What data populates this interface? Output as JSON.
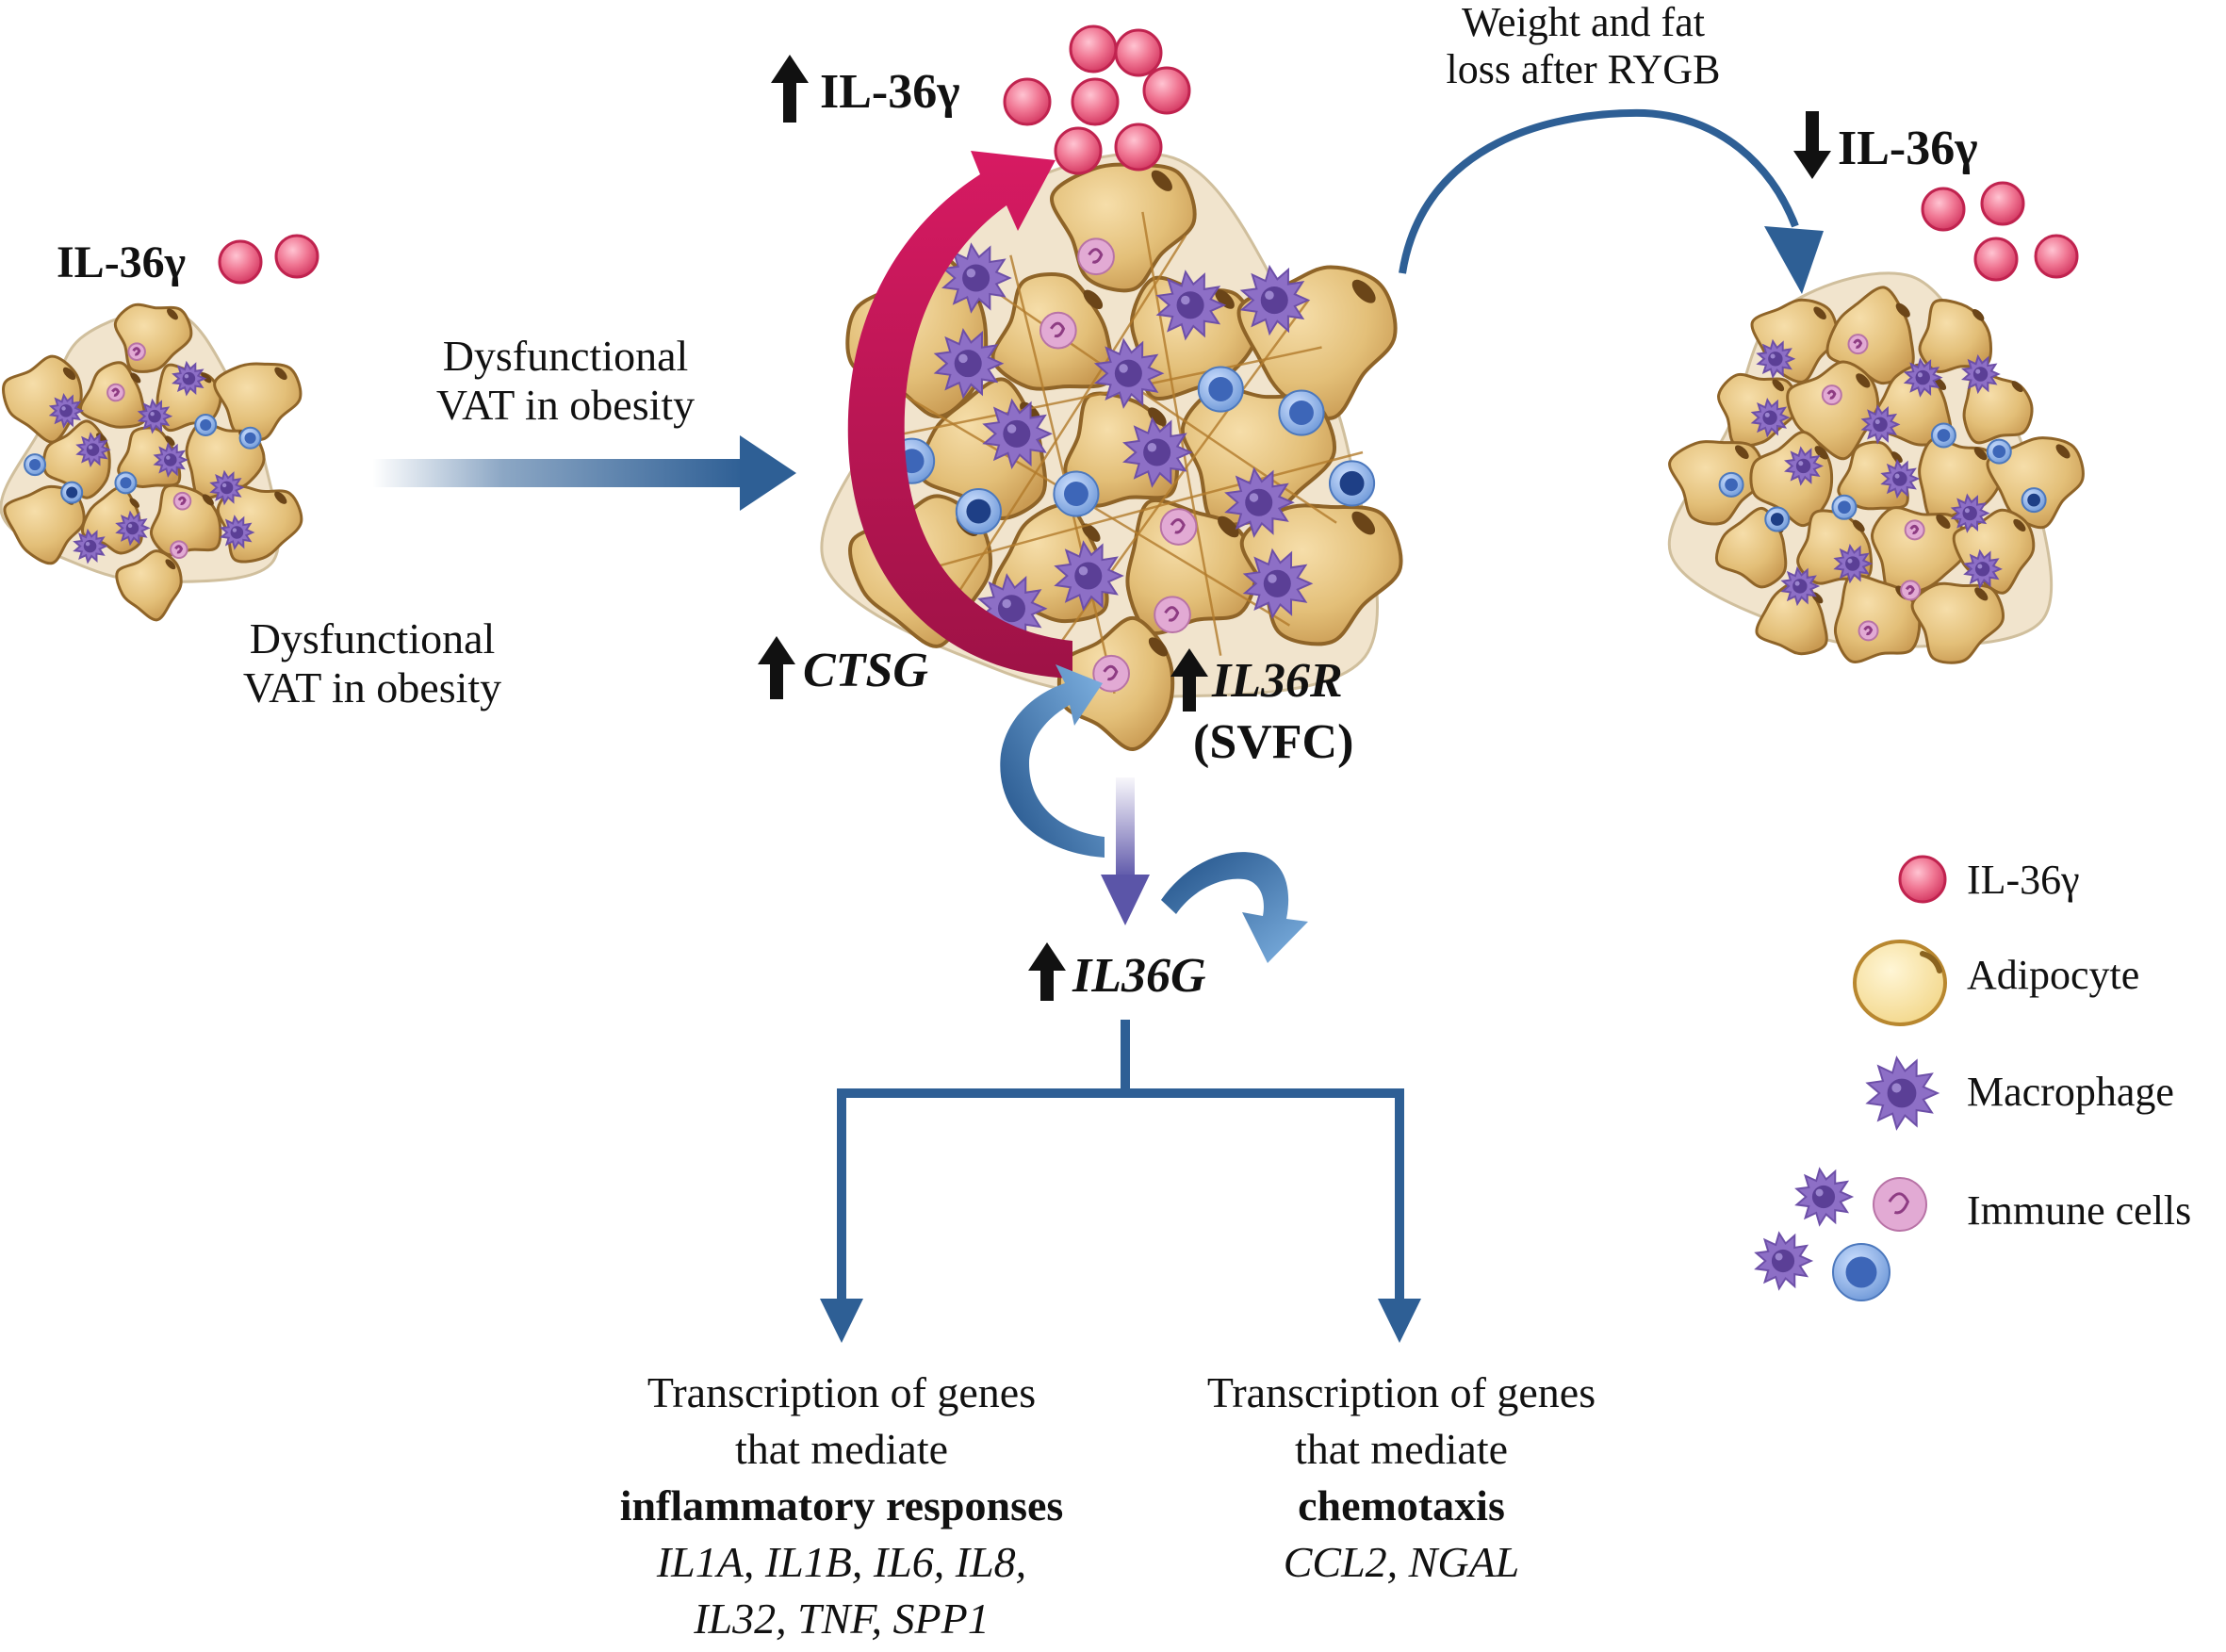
{
  "labels": {
    "il36g_left": "IL-36γ",
    "il36g_top_up": "IL-36γ",
    "il36g_right_down": "IL-36γ",
    "dysfunctional_arrow_l1": "Dysfunctional",
    "dysfunctional_arrow_l2": "VAT in obesity",
    "dysfunctional_under_l1": "Dysfunctional",
    "dysfunctional_under_l2": "VAT in obesity",
    "weight_loss_l1": "Weight and fat",
    "weight_loss_l2": "loss after RYGB",
    "ctsg": "CTSG",
    "il36r": "IL36R",
    "svfc": "(SVFC)",
    "il36g_gene": "IL36G",
    "left_outcome": {
      "line1": "Transcription of genes",
      "line2": "that mediate",
      "line3": "inflammatory responses",
      "genes_line1": "IL1A, IL1B, IL6, IL8,",
      "genes_line2": "IL32, TNF, SPP1"
    },
    "right_outcome": {
      "line1": "Transcription of genes",
      "line2": "that mediate",
      "line3": "chemotaxis",
      "genes_line1": "CCL2, NGAL"
    }
  },
  "legend": {
    "items": [
      {
        "label": "IL-36γ",
        "icon": "il36g-particle-icon"
      },
      {
        "label": "Adipocyte",
        "icon": "adipocyte-icon"
      },
      {
        "label": "Macrophage",
        "icon": "macrophage-icon"
      },
      {
        "label": "Immune cells",
        "icon": "immune-cells-icon"
      }
    ]
  },
  "colors": {
    "adipocyte_fill": "#e3c07a",
    "adipocyte_stroke": "#9a6a2c",
    "il36g_particle": "#ee5a7c",
    "blue_arrow": "#2e5f95",
    "crimson_arrow": "#c8185a",
    "macrophage": "#8a6cc0",
    "immune_blue": "#6f9ee0",
    "immune_pink": "#c97fb3"
  }
}
